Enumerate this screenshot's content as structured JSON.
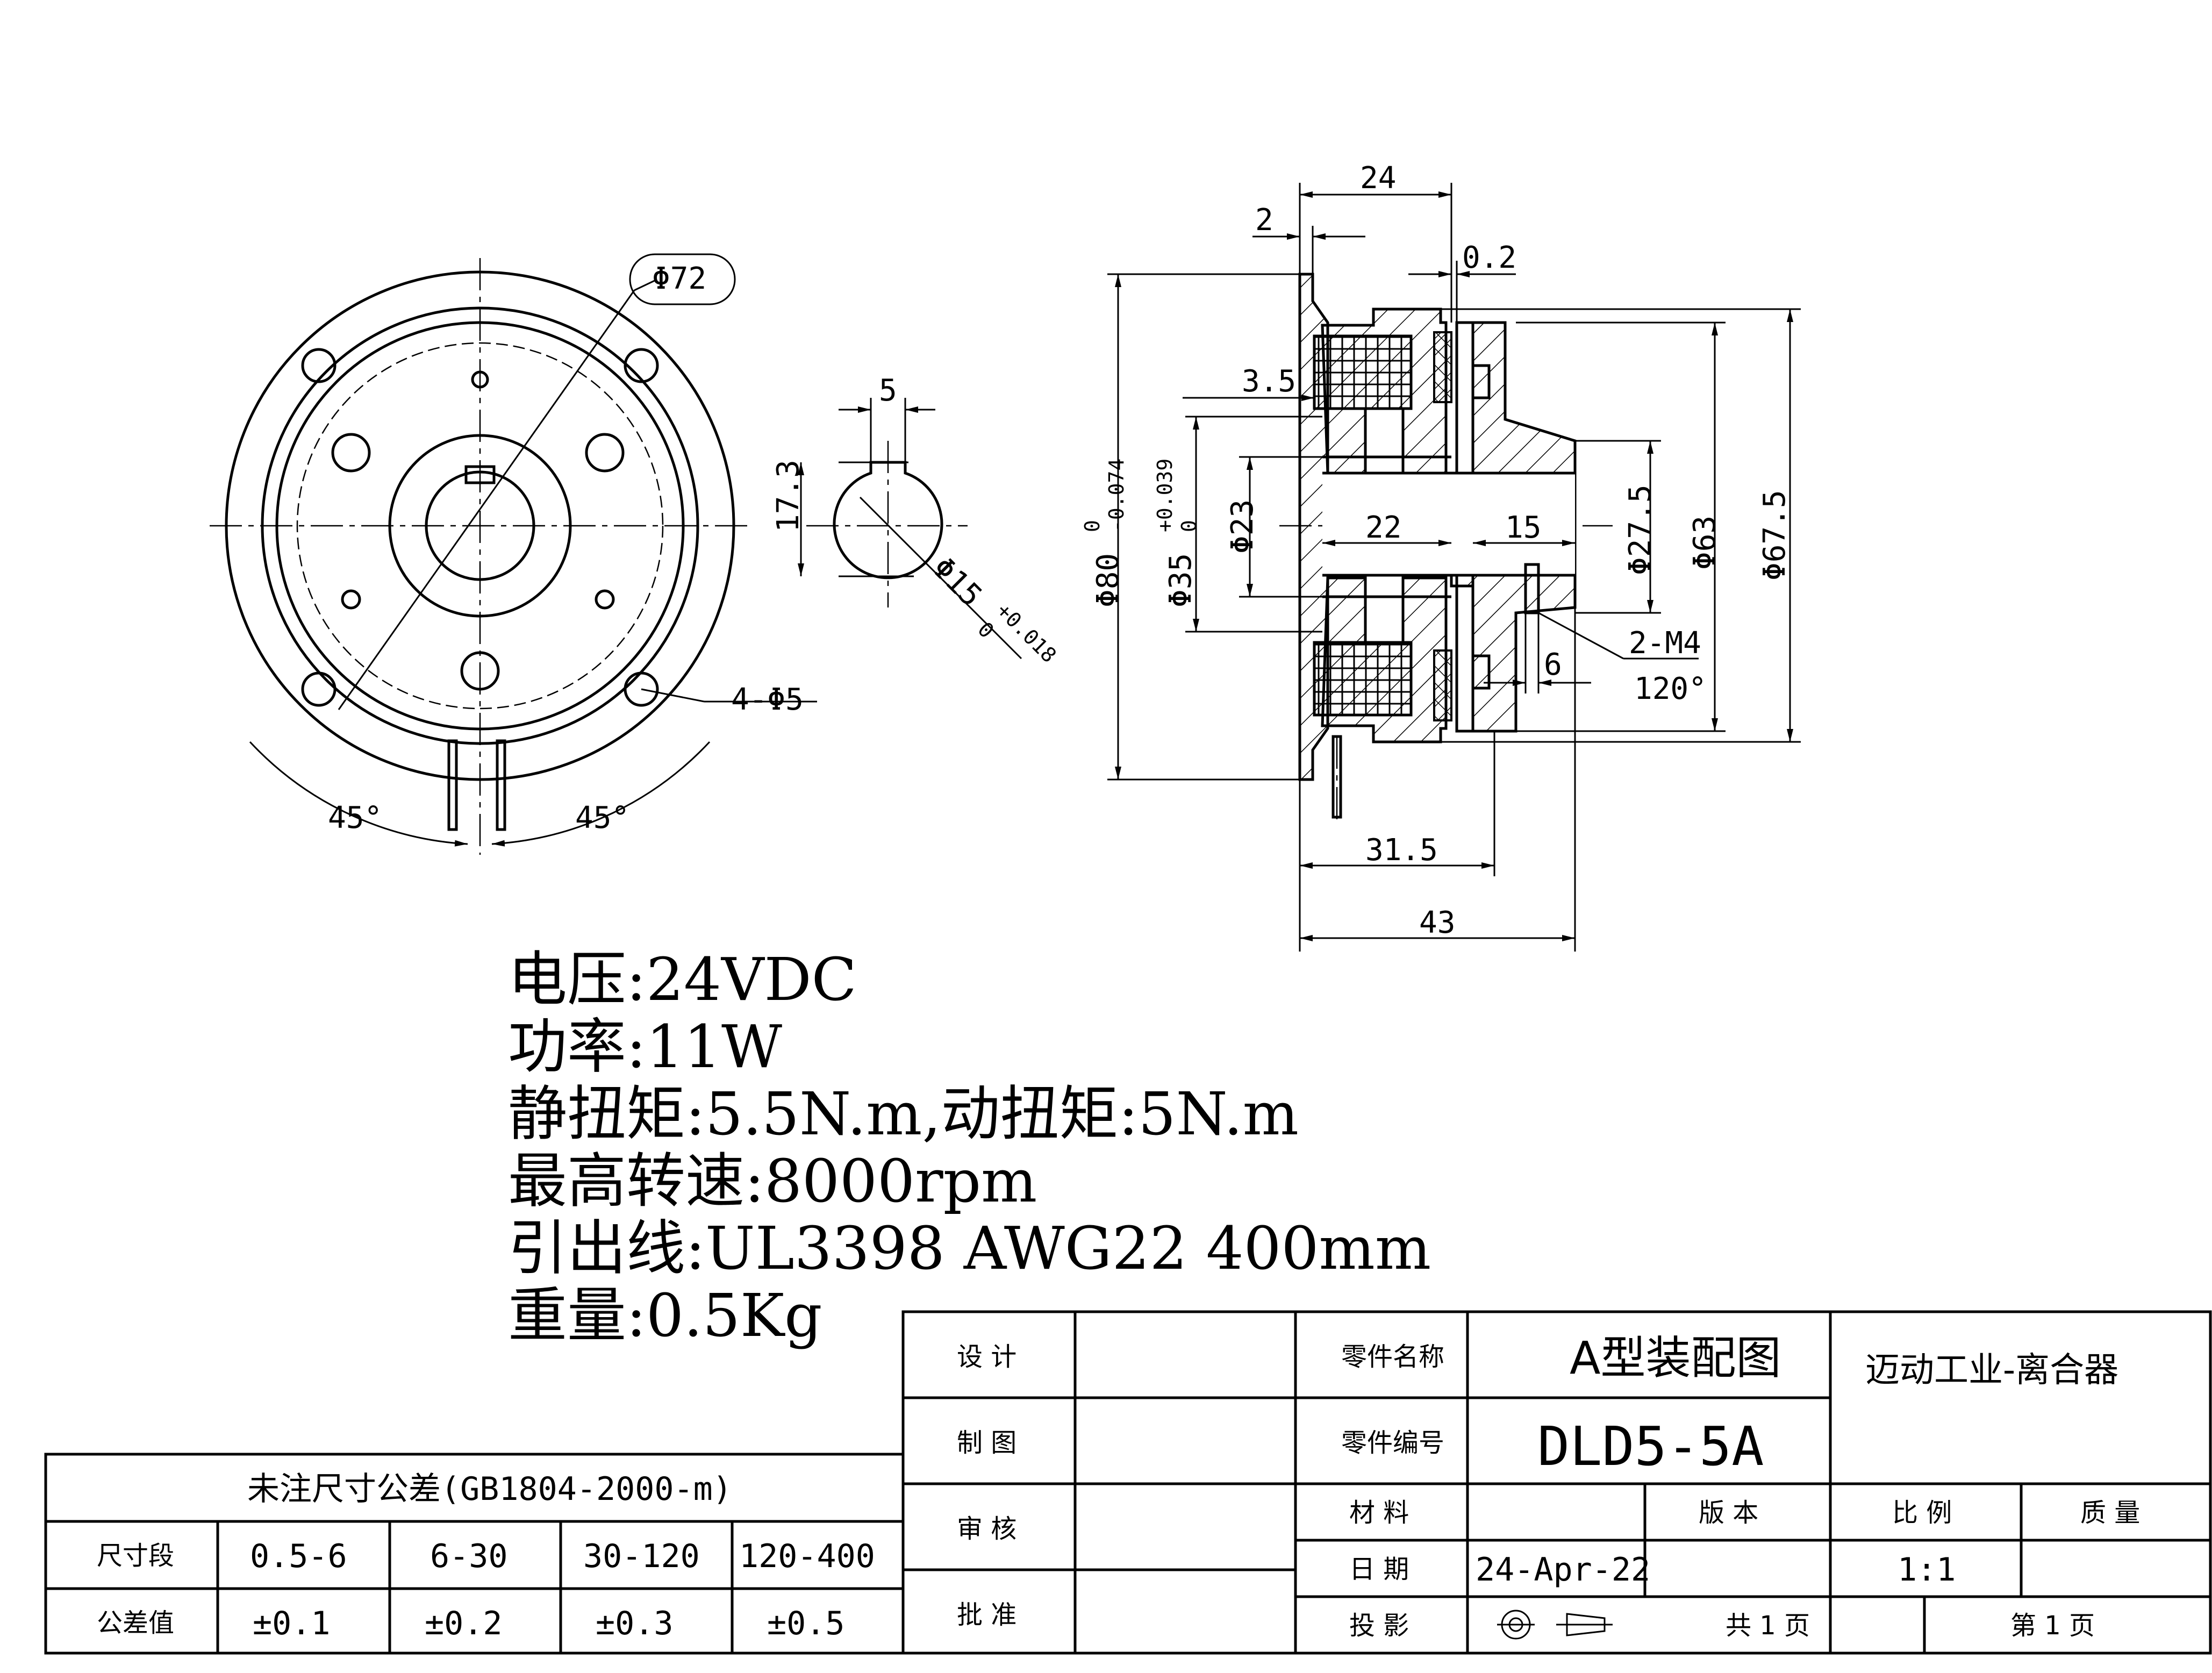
{
  "front_view": {
    "dim_outer": "Φ72",
    "dim_holes": "4-Φ5",
    "angle_left": "45°",
    "angle_right": "45°"
  },
  "keyway_view": {
    "dim_width": "5",
    "dim_height": "17.3",
    "dim_bore": "Φ15",
    "dim_bore_tol_upper": "+0.018",
    "dim_bore_tol_lower": "0"
  },
  "section_view": {
    "dim_24": "24",
    "dim_2": "2",
    "dim_0_2": "0.2",
    "dim_3_5": "3.5",
    "dim_22": "22",
    "dim_15": "15",
    "dim_6": "6",
    "dim_31_5": "31.5",
    "dim_43": "43",
    "dim_phi80": "Φ80",
    "dim_phi80_tol_upper": "0",
    "dim_phi80_tol_lower": "-0.074",
    "dim_phi35": "Φ35",
    "dim_phi35_tol_upper": "+0.039",
    "dim_phi35_tol_lower": "0",
    "dim_phi23": "Φ23",
    "dim_phi27_5": "Φ27.5",
    "dim_phi63": "Φ63",
    "dim_phi67_5": "Φ67.5",
    "thread_note": "2-M4",
    "thread_angle": "120°"
  },
  "specs": [
    "电压:24VDC",
    "功率:11W",
    "静扭矩:5.5N.m,动扭矩:5N.m",
    "最高转速:8000rpm",
    "引出线:UL3398 AWG22 400mm",
    "重量:0.5Kg"
  ],
  "tolerance_table": {
    "title": "未注尺寸公差(GB1804-2000-m)",
    "row_label_range": "尺寸段",
    "row_label_value": "公差值",
    "ranges": [
      "0.5-6",
      "6-30",
      "30-120",
      "120-400"
    ],
    "values": [
      "±0.1",
      "±0.2",
      "±0.3",
      "±0.5"
    ]
  },
  "title_block": {
    "design": "设  计",
    "draw": "制  图",
    "review": "审  核",
    "approve": "批  准",
    "part_name_label": "零件名称",
    "part_name": "A型装配图",
    "part_no_label": "零件编号",
    "part_no": "DLD5-5A",
    "material_label": "材  料",
    "date_label": "日  期",
    "date": "24-Apr-22",
    "projection_label": "投  影",
    "version_label": "版  本",
    "scale_label": "比  例",
    "scale": "1:1",
    "mass_label": "质  量",
    "total_pages": "共  1  页",
    "page_no": "第  1  页",
    "company": "迈动工业-离合器"
  }
}
